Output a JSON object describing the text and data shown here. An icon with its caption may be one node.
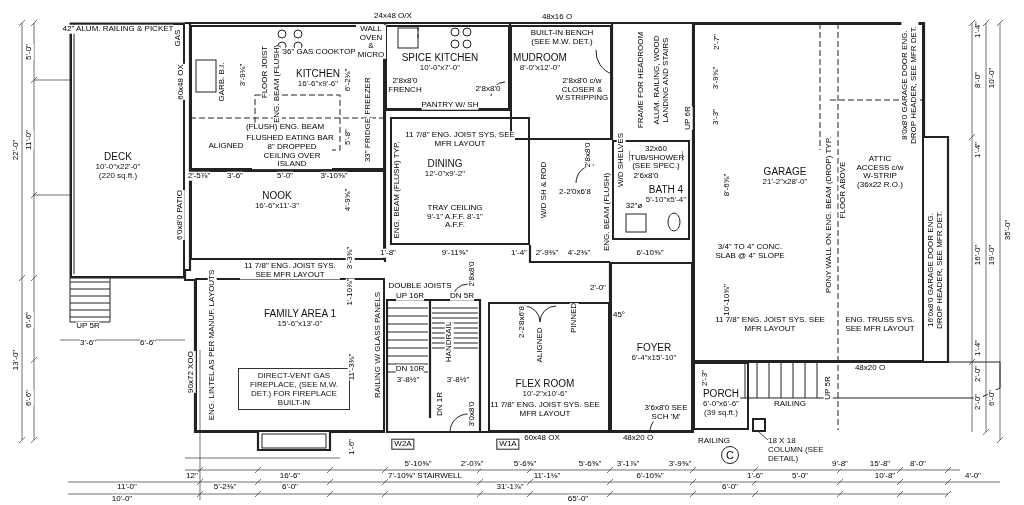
{
  "diagram": {
    "nodes": [
      {
        "text": [
          "DECK",
          "10'-0\"x22'-0\"",
          "(220 sq.ft.)"
        ]
      },
      {
        "text": [
          "KITCHEN",
          "16'-6\"x9'-6\""
        ]
      },
      {
        "text": [
          "SPICE KITCHEN",
          "10'-0\"x7'-0\""
        ]
      },
      {
        "text": [
          "MUDROOM",
          "8'-0\"x12'-0\""
        ]
      },
      {
        "text": [
          "DINING",
          "12'-0\"x9'-2\""
        ]
      },
      {
        "text": [
          "NOOK",
          "16'-6\"x11'-3\""
        ]
      },
      {
        "text": [
          "BATH 4",
          "5'-10\"x5'-4\""
        ]
      },
      {
        "text": [
          "GARAGE",
          "21'-2\"x28'-0\""
        ]
      },
      {
        "text": [
          "FAMILY AREA 1",
          "15'-6\"x13'-0\""
        ]
      },
      {
        "text": [
          "FLEX ROOM",
          "10'-2\"x10'-6\""
        ]
      },
      {
        "text": [
          "FOYER",
          "6'-4\"x15'-10\""
        ]
      },
      {
        "text": [
          "PORCH",
          "6'-0\"x6'-6\"",
          "(39 sq.ft.)"
        ]
      },
      {
        "text": [
          "DIRECT-VENT GAS FIREPLACE, (SEE M.W. DET.) FOR FIREPLACE BUILT-IN"
        ],
        "in": 8
      },
      {
        "text": [
          "18 X 18 COLUMN (SEE DETAIL)"
        ]
      },
      {
        "text": [],
        "shape": "box"
      }
    ],
    "edges": [
      {
        "from": 13,
        "to": 14,
        "arrow": "none"
      }
    ],
    "labels": [
      "42\" ALUM. RAILING & PICKET",
      "GAS",
      "60x48 OX",
      "GARB. B.I.",
      "3'-9⅛\"",
      "FLOOR JOIST",
      "ENG. BEAM (FLUSH)",
      "36\" GAS COOKTOP",
      "6'-2⅛\"",
      "WALL OVEN & MICRO",
      "24x48 O/X",
      "48x16 O",
      "BUILT-IN BENCH (SEE M.W. DET.)",
      "2'8x8'0 c/w CLOSER & W.STRIPPING",
      "FRAME FOR HEADROOM",
      "ALUM. RAILING, WOOD LANDING AND STAIRS",
      "UP 6R",
      "2'-7\"",
      "3'-9⅝\"",
      "3'-3\"",
      "2'8x8'0 FRENCH",
      "2'8x8'0",
      "PANTRY W/ SH",
      "(FLUSH) ENG. BEAM",
      "FLUSHED EATING BAR",
      "ALIGNED",
      "8\" DROPPED CEILING OVER ISLAND",
      "5'-8\"",
      "FREEZER",
      "33\" FRIDGE",
      "2'-5⅞\"",
      "3'-6\"",
      "5'-0\"",
      "3'-10⅝\"",
      "6'0x8'0 PATIO",
      "4'-9⅝\"",
      "11 7/8\" ENG. JOIST SYS. SEE MFR LAYOUT",
      "ENG. BEAM (FLUSH) TYP.",
      "TRAY CEILING 9'-1\" A.F.F. 8'-1\" A.F.F.",
      "2'8x8'0",
      "W/D SHELVES",
      "32x60 TUB/SHOWER (SEE SPEC.)",
      "2-2'0x6'8",
      "W/D SH & ROD",
      "2'6x8'0",
      "ENG. BEAM (FLUSH)",
      "32\"ø",
      "1'-8\"",
      "9'-11⅝\"",
      "1'-4\"",
      "2'-9⅜\"",
      "4'-2⅜\"",
      "6'-10⅝\"",
      "8'-6⅝\"",
      "ATTIC ACCESS c/w W-STRIP (36x22 R.O.)",
      "FLOOR ABOVE",
      "PONY WALL ON ENG. BEAM (DROP) TYP.",
      "8'0x8'0 GARAGE DOOR ENG. DROP HEADER, SEE MFR DET.",
      "16'0x8'0 GARAGE DOOR ENG. DROP HEADER, SEE MFR DET.",
      "3/4\" TO 4\" CONC. SLAB @ 4\" SLOPE",
      "10'-10⅝\"",
      "11 7/8\" ENG. JOIST SYS. SEE MFR LAYOUT",
      "ENG. TRUSS SYS. SEE MFR LAYOUT",
      "48x20 O",
      "11 7/8\" ENG. JOIST SYS. SEE MFR LAYOUT",
      "3'-3⅜\"",
      "1'-10⅞\"",
      "ENG. LINTEL AS PER MANUF. LAYOUTS",
      "90x72 XOO",
      "11'-3⅜\"",
      "1'-6\"",
      "RAILING W/ GLASS PANELS",
      "DOUBLE JOISTS",
      "UP 16R",
      "DN 5R",
      "2'8x8'0",
      "HANDRAIL",
      "DN 10R",
      "3'-8½\"",
      "3'-8½\"",
      "DN 1R",
      "3'0x8'0",
      "2-2'8x6'8",
      "PINNED",
      "ALIGNED",
      "2'-0\"",
      "45°",
      "11 7/8\" ENG. JOIST SYS. SEE MFR LAYOUT",
      "3'6x8'0 SEE SCH 'M'",
      "W2A",
      "W1A",
      "60x48 OX",
      "48x20 O",
      "RAILING",
      "UP 5R",
      "RAILING",
      "2'-3\"",
      "UP 5R",
      "3'-6\"",
      "6'-6\"",
      "5'-0\"",
      "22'-0\"",
      "11'-0\"",
      "6'-6\"",
      "13'-0\"",
      "6'-6\"",
      "12\"",
      "11'-0\"",
      "5'-2⅜\"",
      "16'-6\"",
      "6'-0\"",
      "10'-0\"",
      "5'-10⅝\"",
      "2'-0⅞\"",
      "5'-6⅝\"",
      "5'-6⅝\"",
      "3'-1⅞\"",
      "3'-9⅝\"",
      "9'-8\"",
      "15'-8\"",
      "8'-0\"",
      "7'-10⅝\" STAIRWELL",
      "11'-1⅛\"",
      "6'-10⅝\"",
      "1'-6\"",
      "5'-0\"",
      "10'-8\"",
      "4'-0\"",
      "31'-1⅞\"",
      "6'-0\"",
      "65'-0\"",
      "1'-4\"",
      "8'-0\"",
      "10'-0\"",
      "1'-4\"",
      "16'-0\"",
      "19'-0\"",
      "35'-0\"",
      "1'-4\"",
      "2'-0\"",
      "2'-0\"",
      "6'-0\"",
      "C"
    ]
  }
}
